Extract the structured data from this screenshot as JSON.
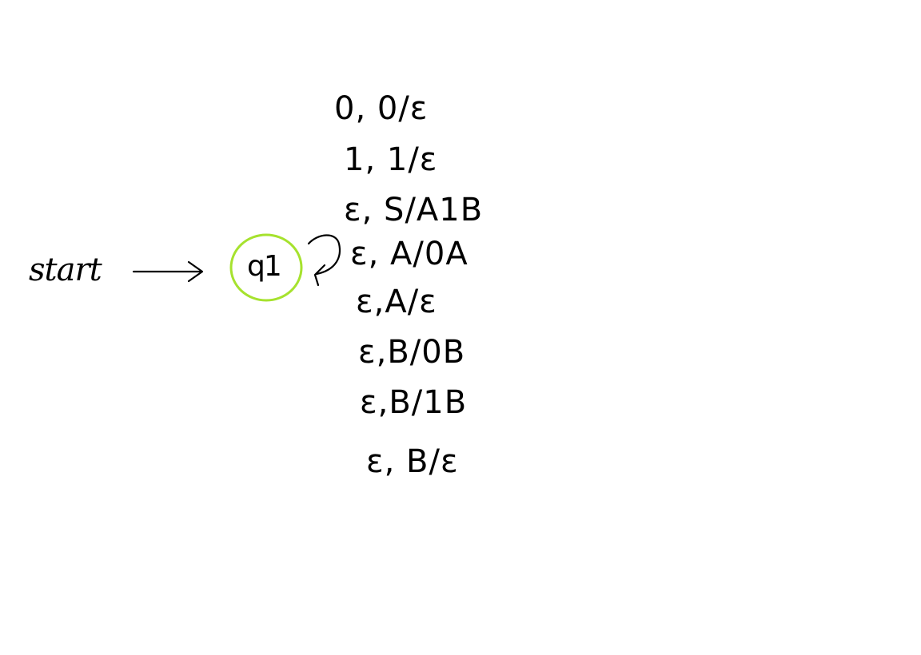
{
  "diagram": {
    "start_label": "start",
    "state": {
      "name": "q1",
      "ring_color": "#a6e22e"
    },
    "self_loop_transitions": [
      "0, 0/ε",
      "1, 1/ε",
      "ε, S/A1B",
      "ε, A/0A",
      "ε,A/ε",
      "ε,B/0B",
      "ε,B/1B",
      "ε, B/ε"
    ]
  }
}
